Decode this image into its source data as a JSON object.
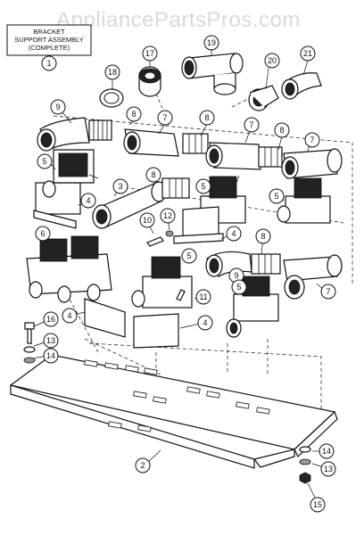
{
  "watermark": "AppliancePartsPros.com",
  "title_box": {
    "line1": "BRACKET",
    "line2": "SUPPORT ASSEMBLY",
    "line3": "(COMPLETE)"
  },
  "callouts": {
    "c1": "1",
    "c2": "2",
    "c3": "3",
    "c4a": "4",
    "c4b": "4",
    "c4c": "4",
    "c4d": "4",
    "c5a": "5",
    "c5b": "5",
    "c5c": "5",
    "c5d": "5",
    "c5e": "5",
    "c6": "6",
    "c7a": "7",
    "c7b": "7",
    "c7c": "7",
    "c7d": "7",
    "c8a": "8",
    "c8b": "8",
    "c8c": "8",
    "c8d": "8",
    "c8e": "8",
    "c9a": "9",
    "c9b": "9",
    "c10": "10",
    "c11": "11",
    "c12": "12",
    "c13a": "13",
    "c13b": "13",
    "c14a": "14",
    "c14b": "14",
    "c15": "15",
    "c16": "16",
    "c17": "17",
    "c18": "18",
    "c19": "19",
    "c20": "20",
    "c21": "21"
  }
}
